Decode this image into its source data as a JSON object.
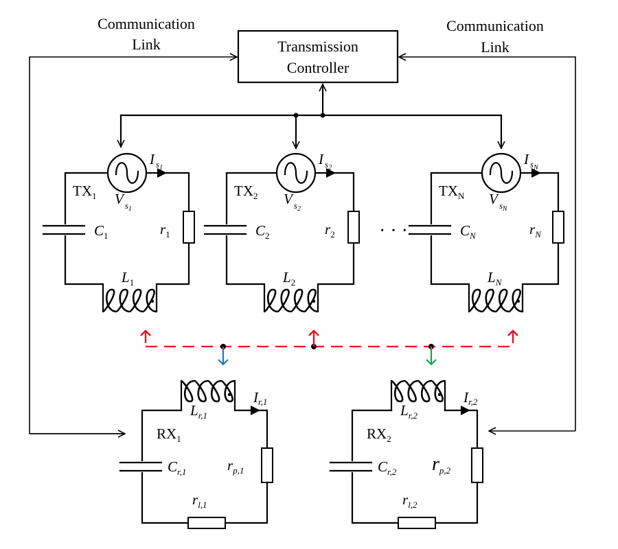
{
  "controller": {
    "line1": "Transmission",
    "line2": "Controller"
  },
  "comm_link_left": {
    "line1": "Communication",
    "line2": "Link"
  },
  "comm_link_right": {
    "line1": "Communication",
    "line2": "Link"
  },
  "ellipsis": "· · ·",
  "transmitters": [
    {
      "name": "TX",
      "name_sub": "1",
      "source": "V",
      "source_sub": "s",
      "source_subsub": "1",
      "current": "I",
      "current_sub": "s",
      "current_subsub": "1",
      "capacitor": "C",
      "capacitor_sub": "1",
      "resistor": "r",
      "resistor_sub": "1",
      "inductor": "L",
      "inductor_sub": "1"
    },
    {
      "name": "TX",
      "name_sub": "2",
      "source": "V",
      "source_sub": "s",
      "source_subsub": "2",
      "current": "I",
      "current_sub": "s",
      "current_subsub": "2",
      "capacitor": "C",
      "capacitor_sub": "2",
      "resistor": "r",
      "resistor_sub": "2",
      "inductor": "L",
      "inductor_sub": "2"
    },
    {
      "name": "TX",
      "name_sub": "N",
      "source": "V",
      "source_sub": "s",
      "source_subsub": "N",
      "current": "I",
      "current_sub": "s",
      "current_subsub": "N",
      "capacitor": "C",
      "capacitor_sub": "N",
      "resistor": "r",
      "resistor_sub": "N",
      "inductor": "L",
      "inductor_sub": "N"
    }
  ],
  "receivers": [
    {
      "name": "RX",
      "name_sub": "1",
      "inductor": "L",
      "inductor_sub": "r,1",
      "current": "I",
      "current_sub": "r,1",
      "capacitor": "C",
      "capacitor_sub": "r,1",
      "load": "r",
      "load_sub": "p,1",
      "loss": "r",
      "loss_sub": "l,1"
    },
    {
      "name": "RX",
      "name_sub": "2",
      "inductor": "L",
      "inductor_sub": "r,2",
      "current": "I",
      "current_sub": "r,2",
      "capacitor": "C",
      "capacitor_sub": "r,2",
      "load": "r",
      "load_sub": "p,2",
      "loss": "r",
      "loss_sub": "l,2"
    }
  ],
  "colors": {
    "coupling_bus": "#e8111a",
    "rx1_coupling": "#1f77b4",
    "rx2_coupling": "#1aa14b"
  }
}
